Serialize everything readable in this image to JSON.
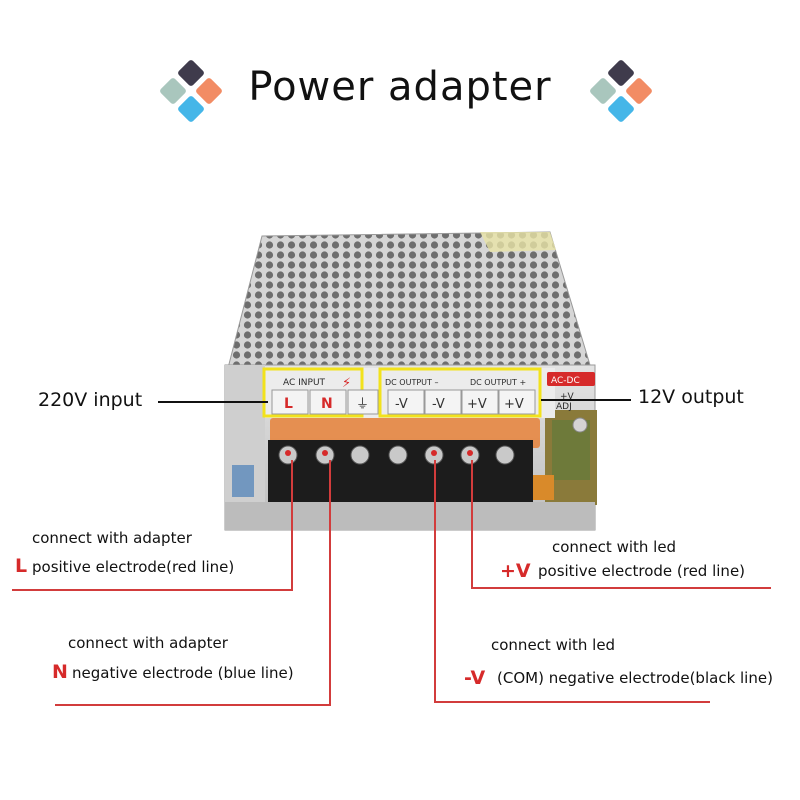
{
  "title": "Power adapter",
  "colors": {
    "logo_dark": "#3f3b4c",
    "logo_orange": "#f28c64",
    "logo_gray": "#a9c6bd",
    "logo_blue": "#45b6e8",
    "wire_red": "#d23c3c",
    "highlight_yellow": "#f2e21c"
  },
  "device": {
    "ac_input_label": "AC INPUT",
    "dc_output_minus_label": "DC OUTPUT –",
    "dc_output_plus_label": "DC OUTPUT +",
    "terminals": [
      "L",
      "N",
      "⏚",
      "-V",
      "-V",
      "+V",
      "+V"
    ],
    "adj_badge": "AC-DC",
    "adj_plus": "+V",
    "adj_label": "ADJ"
  },
  "callouts": {
    "input": "220V input",
    "output": "12V output",
    "L": {
      "symbol": "L",
      "line1": "connect with adapter",
      "line2": "positive electrode(red line)"
    },
    "N": {
      "symbol": "N",
      "line1": "connect with adapter",
      "line2": "negative electrode (blue line)"
    },
    "plusV": {
      "symbol": "+V",
      "line1": "connect with led",
      "line2": "positive electrode (red line)"
    },
    "minusV": {
      "symbol": "-V",
      "line1": "connect with led",
      "line2": "(COM) negative electrode(black line)"
    }
  }
}
